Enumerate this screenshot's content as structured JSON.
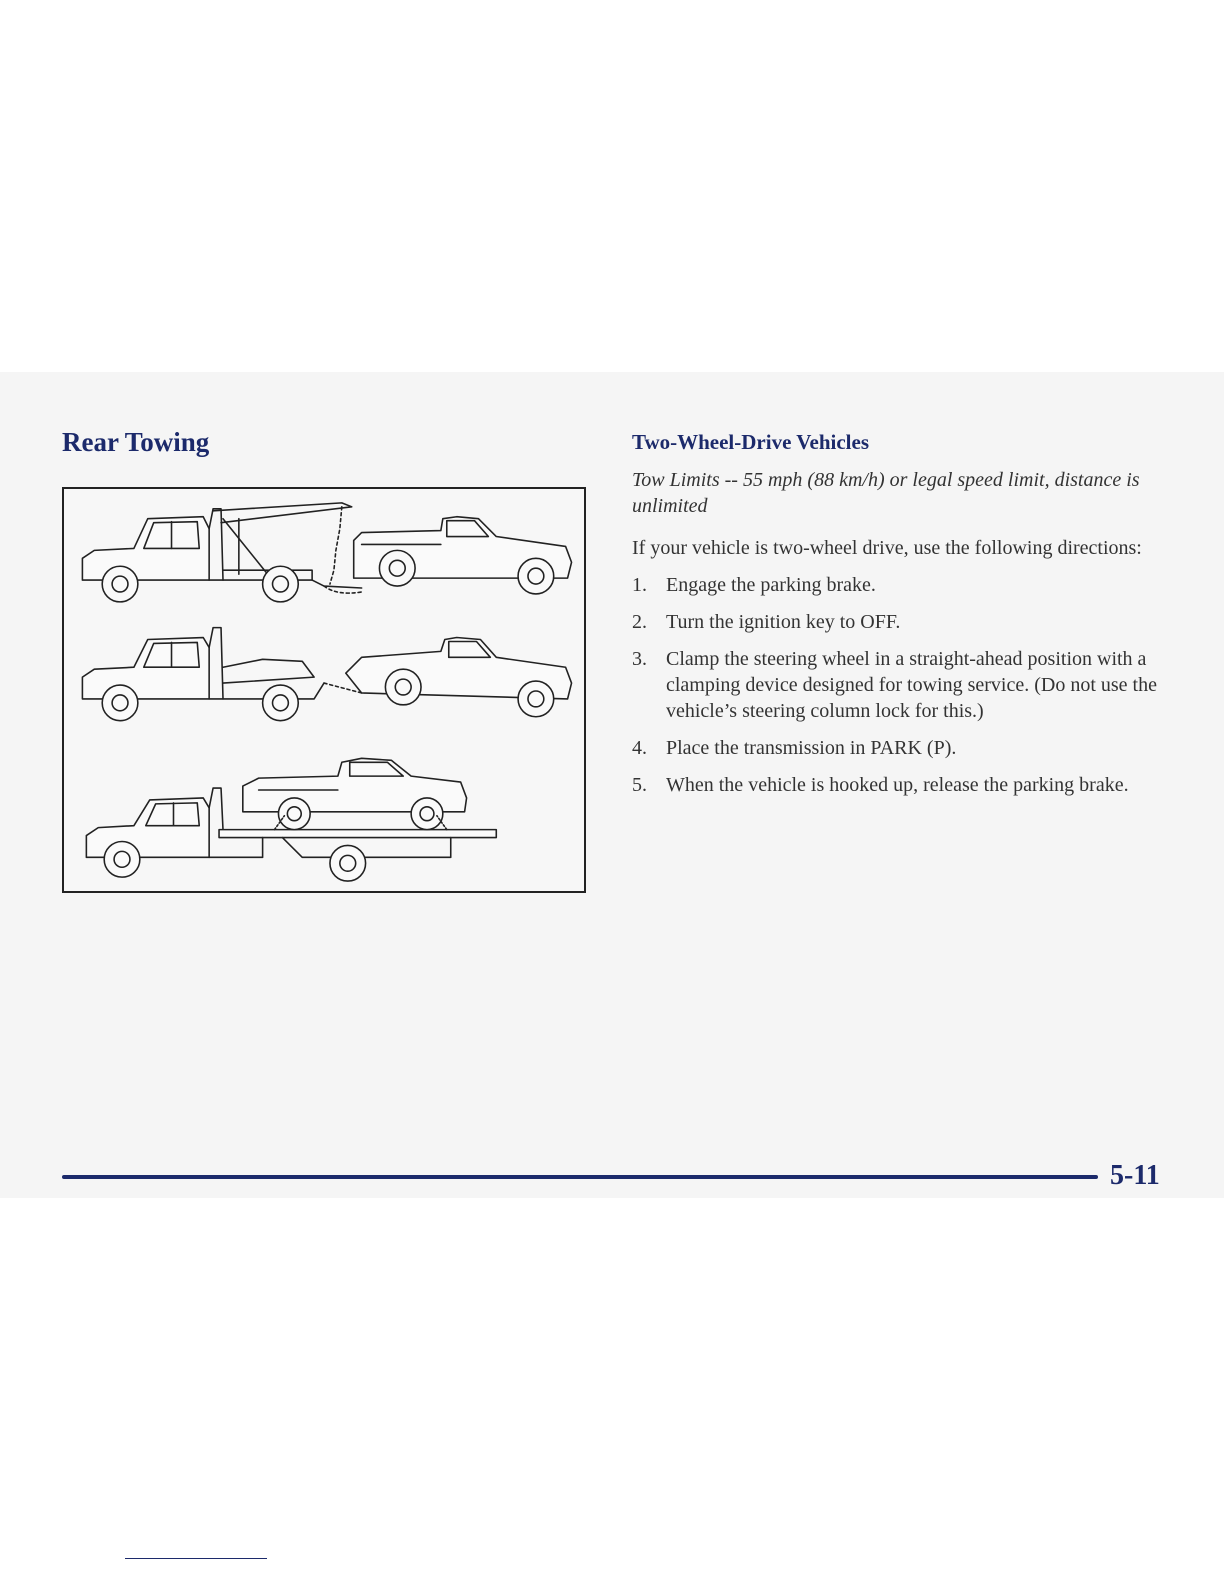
{
  "left": {
    "title": "Rear Towing"
  },
  "right": {
    "subtitle": "Two-Wheel-Drive Vehicles",
    "limits": "Tow Limits -- 55 mph (88 km/h) or legal speed limit, distance is unlimited",
    "intro": "If your vehicle is two-wheel drive, use the following directions:",
    "steps": [
      {
        "num": "1.",
        "text": "Engage the parking brake."
      },
      {
        "num": "2.",
        "text": "Turn the ignition key to OFF."
      },
      {
        "num": "3.",
        "text": "Clamp the steering wheel in a straight-ahead position with a clamping device designed for towing service. (Do not use the vehicle’s steering column lock for this.)"
      },
      {
        "num": "4.",
        "text": "Place the transmission in PARK (P)."
      },
      {
        "num": "5.",
        "text": "When the vehicle is hooked up, release the parking brake."
      }
    ]
  },
  "footer": {
    "page_number": "5-11"
  }
}
